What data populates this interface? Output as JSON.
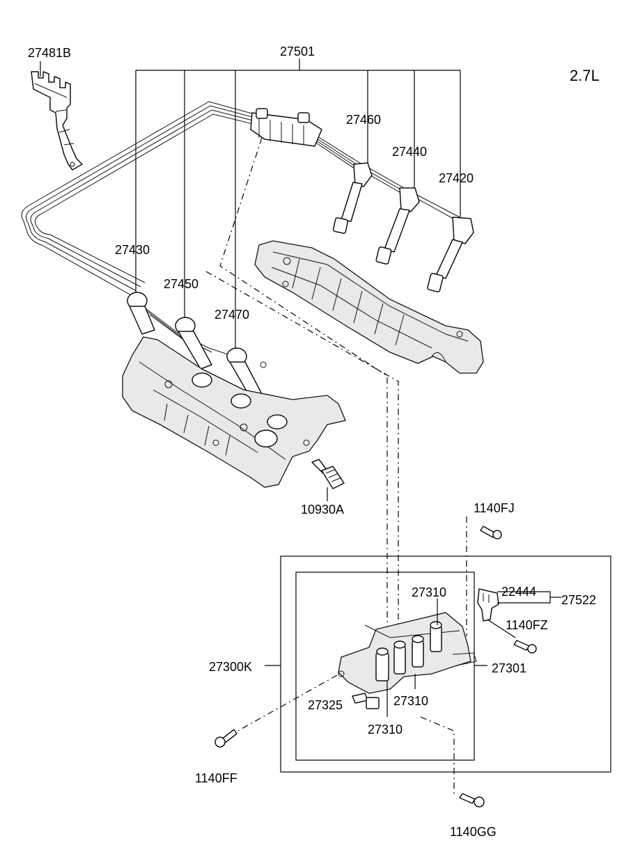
{
  "diagram": {
    "engine_label": "2.7L",
    "labels": {
      "p27481B": "27481B",
      "p27501": "27501",
      "p27460": "27460",
      "p27440": "27440",
      "p27420": "27420",
      "p27430": "27430",
      "p27450": "27450",
      "p27470": "27470",
      "p10930A": "10930A",
      "p1140FJ": "1140FJ",
      "p27310_top": "27310",
      "p22444": "22444",
      "p27522": "27522",
      "p1140FZ": "1140FZ",
      "p27300K": "27300K",
      "p27301": "27301",
      "p27325": "27325",
      "p27310_mid": "27310",
      "p27310_bot": "27310",
      "p1140FF": "1140FF",
      "p1140GG": "1140GG"
    }
  }
}
